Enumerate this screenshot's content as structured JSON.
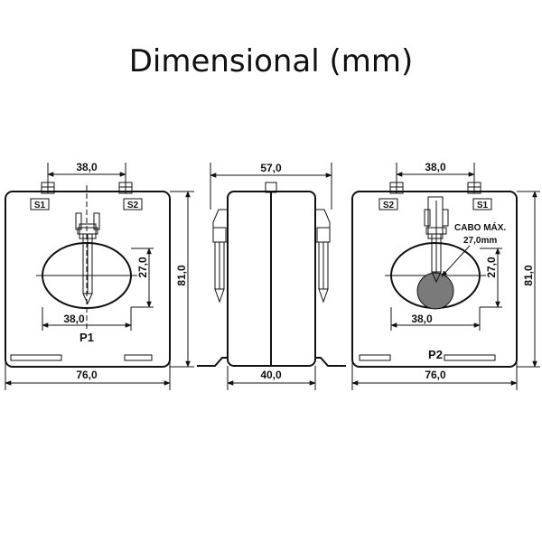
{
  "title": "Dimensional (mm)",
  "views": {
    "front_p1": {
      "terminal_left": "S1",
      "terminal_right": "S2",
      "terminal_spacing": "38,0",
      "window_height": "27,0",
      "window_width": "38,0",
      "primary_label": "P1",
      "width": "76,0",
      "height": "81,0"
    },
    "side": {
      "top_width": "57,0",
      "base_width": "40,0"
    },
    "back_p2": {
      "terminal_left": "S2",
      "terminal_right": "S1",
      "terminal_spacing": "38,0",
      "cable_label": "CABO MÁX.",
      "cable_diameter": "27,0mm",
      "window_height": "27,0",
      "window_width": "38,0",
      "primary_label": "P2",
      "width": "76,0",
      "height": "81,0"
    }
  },
  "colors": {
    "line": "#111111",
    "cable_fill": "#7a7a7a"
  }
}
